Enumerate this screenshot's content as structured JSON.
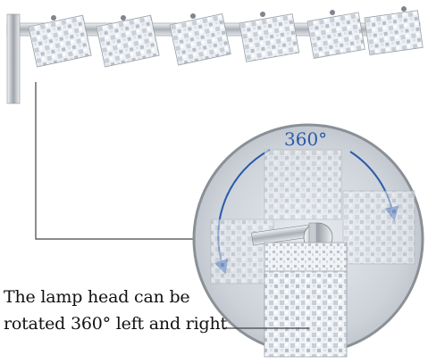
{
  "image": {
    "rotation_label": "360°",
    "caption_line1": "The lamp head can be",
    "caption_line2": "rotated 360° left and right",
    "colors": {
      "circle_fill": "#cfd4db",
      "circle_border": "#8a9096",
      "arrow": "#2a5aa8",
      "leader_line": "#444444",
      "chrome": "#9aa0a6",
      "glass": "#e4e8ee"
    }
  }
}
